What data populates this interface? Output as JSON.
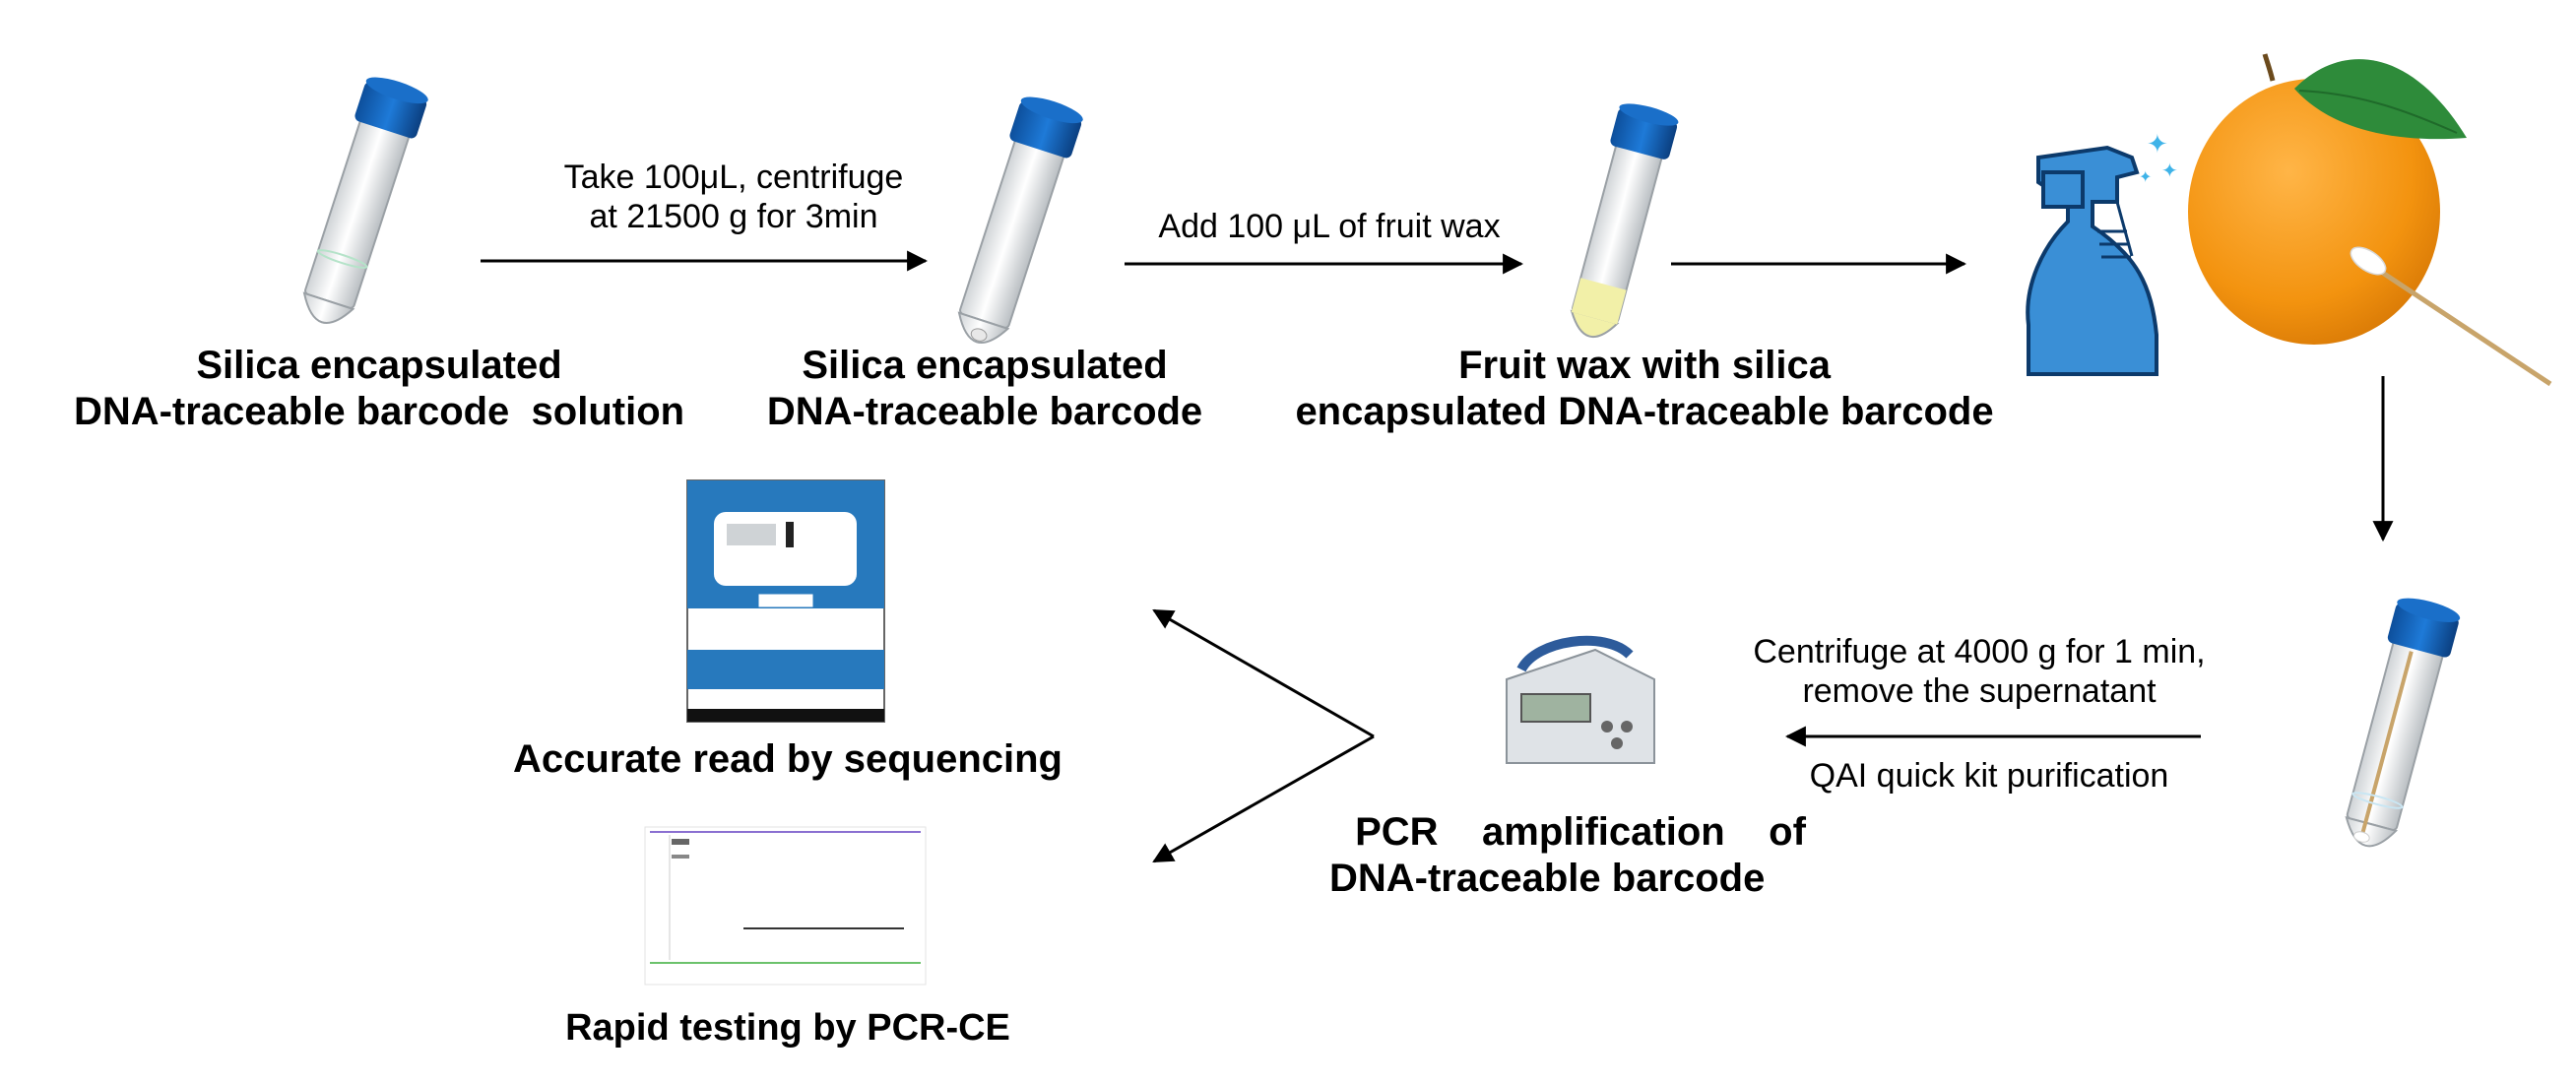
{
  "steps": {
    "silica_solution": {
      "line1": "Silica encapsulated",
      "line2": "DNA-traceable barcode  solution"
    },
    "silica_barcode": {
      "line1": "Silica encapsulated",
      "line2": "DNA-traceable barcode"
    },
    "fruit_wax": {
      "line1": "Fruit wax with silica",
      "line2": "encapsulated DNA-traceable barcode"
    },
    "pcr": {
      "line1": "PCR    amplification    of",
      "line2": "DNA-traceable barcode"
    },
    "sequencing": {
      "label": "Accurate read by sequencing"
    },
    "pcr_ce": {
      "label": "Rapid testing by PCR-CE"
    }
  },
  "arrows": {
    "centrifuge_1": {
      "line1": "Take 100μL, centrifuge",
      "line2": "at 21500 g for 3min"
    },
    "add_wax": {
      "label": "Add 100 μL of fruit wax"
    },
    "centrifuge_2": {
      "line1": "Centrifuge at 4000 g for 1 min,",
      "line2": "remove the supernatant"
    },
    "purification": {
      "label": "QAI quick kit purification"
    }
  },
  "colors": {
    "tube_cap": "#1565C0",
    "spray_bottle": "#3A8FD6",
    "orange": "#F59A1B",
    "leaf": "#2E8B3A",
    "sequencer_blue": "#2779BD",
    "ce_trace_green": "#6CC26C",
    "ce_trace_purple": "#8A6FD1"
  }
}
